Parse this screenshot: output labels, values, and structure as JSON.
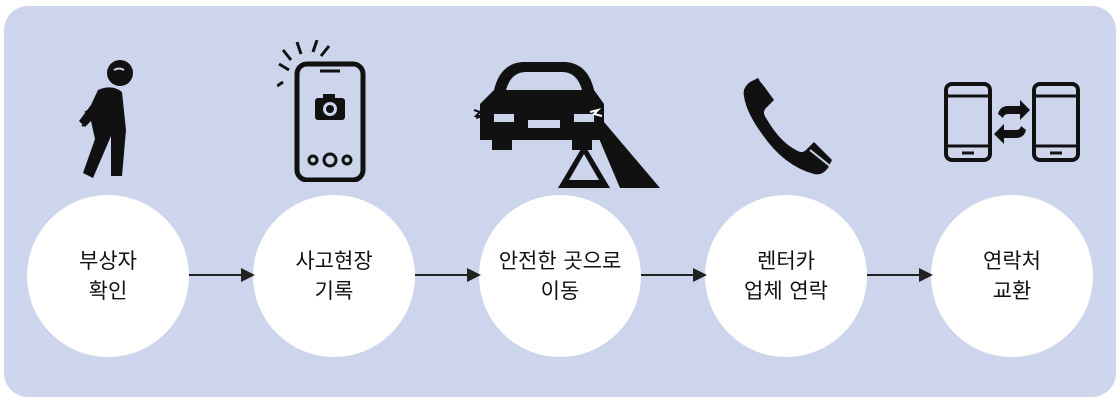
{
  "steps": [
    {
      "label": "부상자\n확인",
      "icon": "injured-person-icon"
    },
    {
      "label": "사고현장\n기록",
      "icon": "phone-camera-icon"
    },
    {
      "label": "안전한 곳으로\n이동",
      "icon": "car-warning-triangle-icon"
    },
    {
      "label": "렌터카\n업체 연락",
      "icon": "phone-handset-icon"
    },
    {
      "label": "연락처\n교환",
      "icon": "phone-exchange-icon"
    }
  ],
  "colors": {
    "panel": "#cdd5ec",
    "icon": "#111111",
    "circle": "#ffffff"
  }
}
